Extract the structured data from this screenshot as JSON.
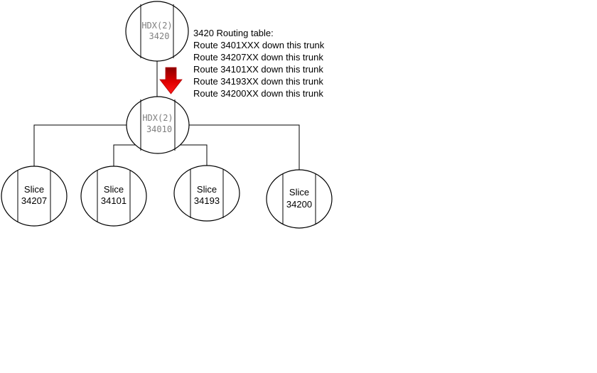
{
  "nodes": {
    "hdx_top": {
      "line1": "HDX(2)",
      "line2": "3420"
    },
    "hdx_mid": {
      "line1": "HDX(2)",
      "line2": "34010"
    },
    "slice_1": {
      "line1": "Slice",
      "line2": "34207"
    },
    "slice_2": {
      "line1": "Slice",
      "line2": "34101"
    },
    "slice_3": {
      "line1": "Slice",
      "line2": "34193"
    },
    "slice_4": {
      "line1": "Slice",
      "line2": "34200"
    }
  },
  "routing": {
    "title": "3420 Routing table:",
    "lines": [
      "Route 3401XXX down this trunk",
      "Route 34207XX down this trunk",
      "Route 34101XX down this trunk",
      "Route 34193XX down this trunk",
      "Route 34200XX down this trunk"
    ]
  },
  "colors": {
    "arrow_light": "#ff0000",
    "arrow_dark": "#990000",
    "node_text_mono": "#7f7f7f"
  },
  "icons": {
    "down_arrow": "red-down-arrow-icon"
  }
}
